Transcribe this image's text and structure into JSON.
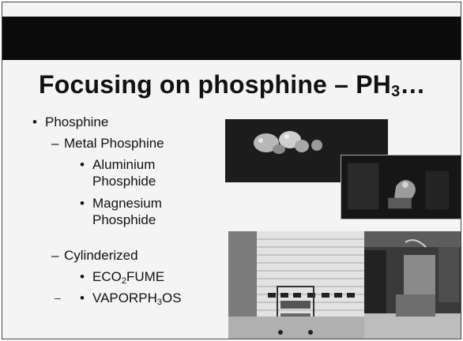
{
  "slide": {
    "title_main": "Focusing on phosphine – PH",
    "title_sub": "3",
    "title_end": "…",
    "bullets": {
      "b1": "Phosphine",
      "b2": "Metal Phosphine",
      "b3a": "Aluminium",
      "b3b": "Phosphide",
      "b4a": "Magnesium",
      "b4b": "Phosphide",
      "b5": "Cylinderized",
      "b6_pre": "ECO",
      "b6_sub": "2",
      "b6_post": "FUME",
      "b7_pre": "VAPORPH",
      "b7_sub": "3",
      "b7_post": "OS"
    },
    "stray_mark": "–"
  },
  "icons": {
    "bullet_l1": "•",
    "dash_l2": "–",
    "bullet_l3": "•"
  },
  "colors": {
    "header_bar": "#0b0b0b",
    "background": "#f4f4f4",
    "text": "#111111"
  }
}
